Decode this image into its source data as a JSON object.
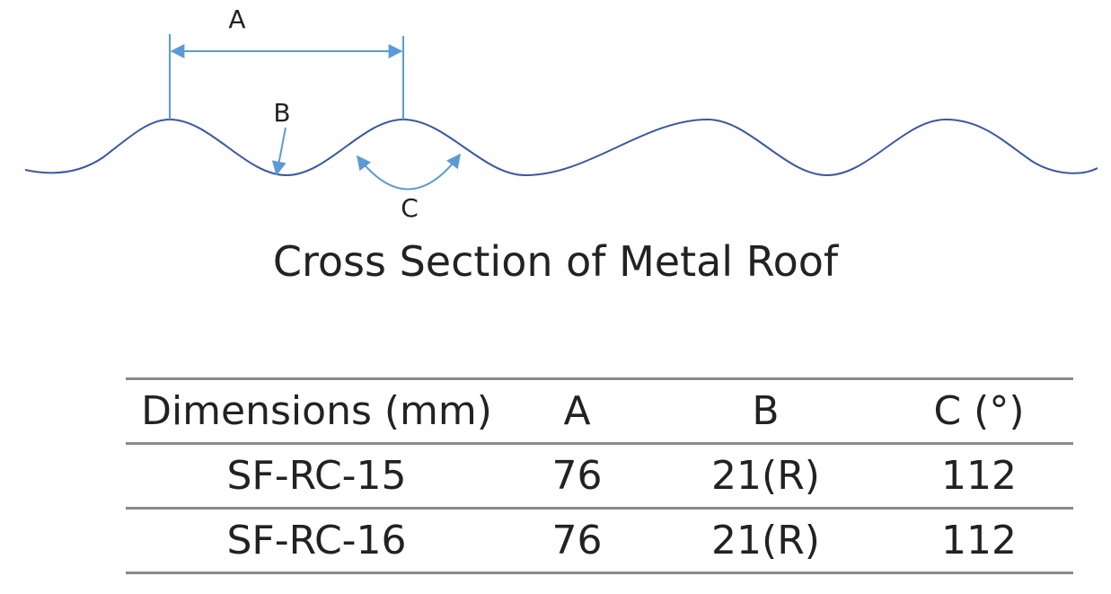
{
  "diagram": {
    "labels": {
      "a": "A",
      "b": "B",
      "c": "C"
    },
    "colors": {
      "profile": "#3a58a8",
      "dimension": "#5b9bd5"
    }
  },
  "caption": "Cross Section of Metal Roof",
  "table": {
    "headers": [
      "Dimensions (mm)",
      "A",
      "B",
      "C (°)"
    ],
    "rows": [
      [
        "SF-RC-15",
        "76",
        "21(R)",
        "112"
      ],
      [
        "SF-RC-16",
        "76",
        "21(R)",
        "112"
      ]
    ]
  }
}
